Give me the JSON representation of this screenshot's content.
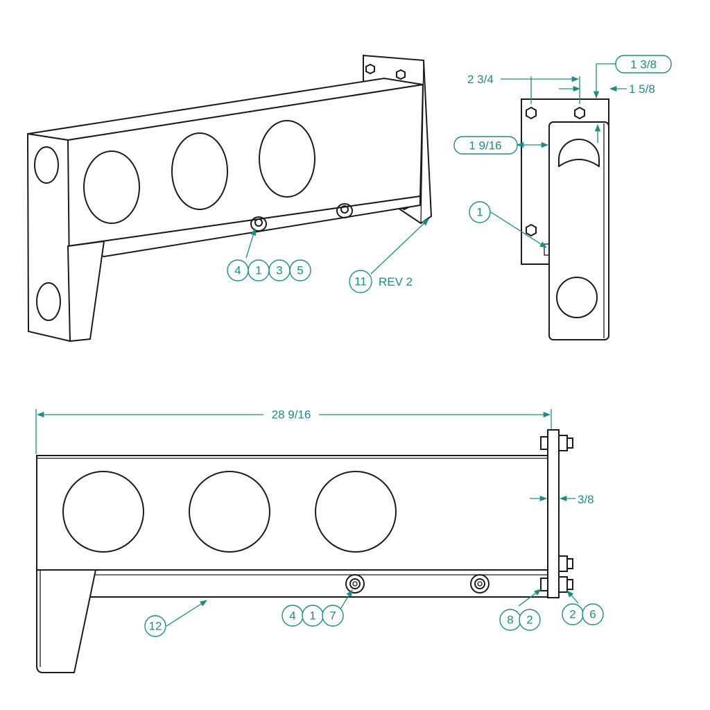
{
  "colors": {
    "annotation": "#1f8a86",
    "line": "#1a1a1a",
    "background": "#ffffff"
  },
  "iso_view": {
    "balloons": [
      "4",
      "1",
      "3",
      "5"
    ],
    "part_balloon": "11",
    "rev_label": "REV 2"
  },
  "side_view": {
    "dim_width": "2 3/4",
    "dim_top": "1 3/8",
    "dim_right": "1 5/8",
    "dim_left": "1 9/16",
    "balloon": "1"
  },
  "front_view": {
    "dim_overall": "28 9/16",
    "dim_plate": "3/8",
    "balloon_left": "12",
    "balloons_mid": [
      "4",
      "1",
      "7"
    ],
    "balloons_b": [
      "8",
      "2"
    ],
    "balloons_c": [
      "2",
      "6"
    ]
  }
}
